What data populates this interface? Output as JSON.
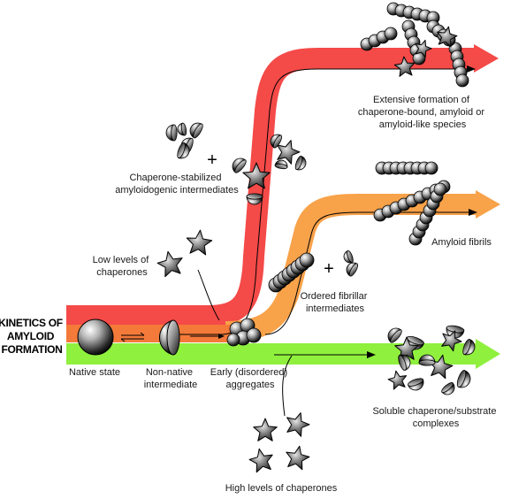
{
  "title_lines": [
    "KINETICS OF",
    "AMYLOID",
    "FORMATION"
  ],
  "labels": {
    "native_state": "Native state",
    "non_native": [
      "Non-native",
      "intermediate"
    ],
    "early_aggregates": [
      "Early (disordered)",
      "aggregates"
    ],
    "low_chaperones": [
      "Low levels of",
      "chaperones"
    ],
    "chaperone_stabilized": [
      "Chaperone-stabilized",
      "amyloidogenic intermediates"
    ],
    "extensive_formation": [
      "Extensive formation of",
      "chaperone-bound, amyloid or",
      "amyloid-like species"
    ],
    "amyloid_fibrils": "Amyloid fibrils",
    "ordered_fibrillar": [
      "Ordered fibrillar",
      "intermediates"
    ],
    "soluble_complexes": [
      "Soluble chaperone/substrate",
      "complexes"
    ],
    "high_chaperones": "High levels of chaperones",
    "plus": "+"
  },
  "colors": {
    "red_pathway": "#f44a48",
    "orange_pathway": "#f8a24a",
    "green_pathway": "#8ff03e",
    "arrow_line": "#000000",
    "text": "#1a1a1a"
  },
  "icons": [
    "sphere-icon",
    "star-chaperone-icon",
    "hemisphere-icon"
  ]
}
